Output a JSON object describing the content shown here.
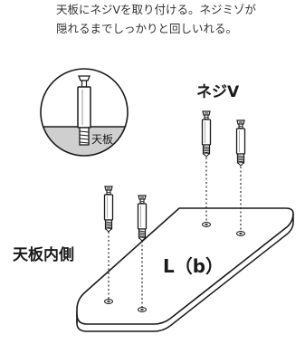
{
  "instruction": {
    "line1": "天板にネジVを取り付ける。ネジミゾが",
    "line2": "隠れるまでしっかりと回しいれる。"
  },
  "labels": {
    "screw_name": "ネジV",
    "board_inner_side": "天板内側",
    "board_id": "L（b）",
    "inset_board": "天板"
  },
  "colors": {
    "outline": "#1a1a1a",
    "inset_ground": "#cfcfcf",
    "screw_fill": "#ffffff"
  },
  "icons": {
    "screw": "threaded-screw-icon",
    "hole": "screw-hole-icon"
  }
}
